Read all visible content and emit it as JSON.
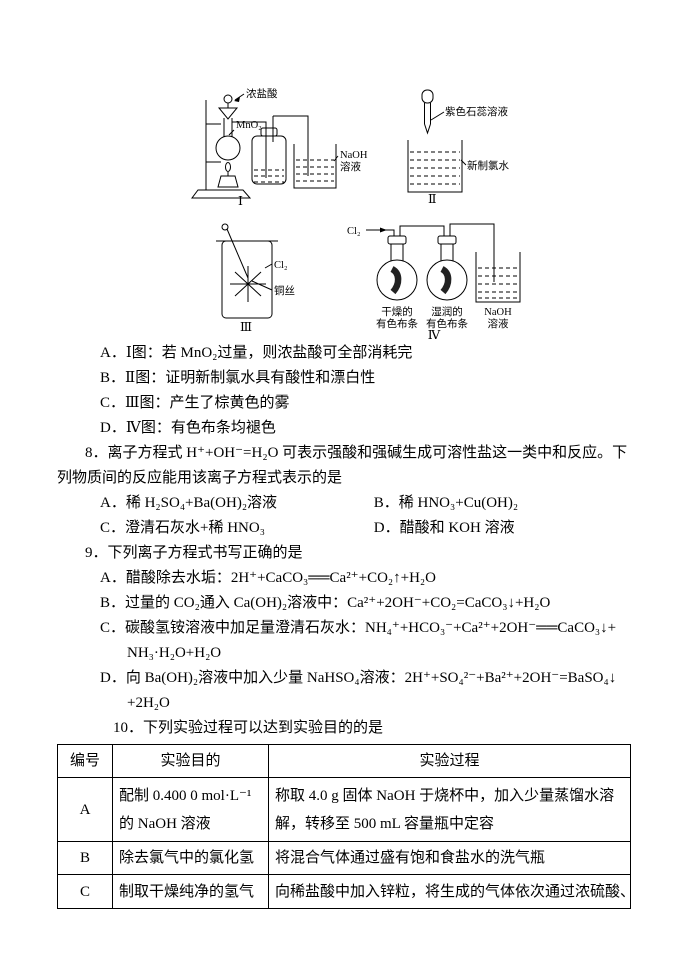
{
  "figures": {
    "fig1": {
      "numeral": "Ⅰ",
      "hcl": "浓盐酸",
      "mno2": "MnO₂",
      "naoh_line1": "NaOH",
      "naoh_line2": "溶液"
    },
    "fig2": {
      "numeral": "Ⅱ",
      "litmus": "紫色石蕊溶液",
      "chlorine_water": "新制氯水"
    },
    "fig3": {
      "numeral": "Ⅲ",
      "cl2": "Cl₂",
      "copper": "铜丝"
    },
    "fig4": {
      "numeral": "Ⅳ",
      "cl2": "Cl₂",
      "dry1": "干燥的",
      "dry2": "有色布条",
      "wet1": "湿润的",
      "wet2": "有色布条",
      "naoh1": "NaOH",
      "naoh2": "溶液"
    }
  },
  "q7": {
    "option_a": "A．Ⅰ图：若 MnO₂过量，则浓盐酸可全部消耗完",
    "option_b": "B．Ⅱ图：证明新制氯水具有酸性和漂白性",
    "option_c": "C．Ⅲ图：产生了棕黄色的雾",
    "option_d": "D．Ⅳ图：有色布条均褪色"
  },
  "q8": {
    "stem_line1": "8．离子方程式 H⁺+OH⁻=H₂O 可表示强酸和强碱生成可溶性盐这一类中和反应。下",
    "stem_line2": "列物质间的反应能用该离子方程式表示的是",
    "option_a": "A．稀 H₂SO₄+Ba(OH)₂溶液",
    "option_b": "B．稀 HNO₃+Cu(OH)₂",
    "option_c": "C．澄清石灰水+稀 HNO₃",
    "option_d": "D．醋酸和 KOH 溶液"
  },
  "q9": {
    "stem": "9．下列离子方程式书写正确的是",
    "option_a": "A．醋酸除去水垢：2H⁺+CaCO₃══Ca²⁺+CO₂↑+H₂O",
    "option_b": "B．过量的 CO₂通入 Ca(OH)₂溶液中：Ca²⁺+2OH⁻+CO₂=CaCO₃↓+H₂O",
    "option_c_line1": "C．碳酸氢铵溶液中加足量澄清石灰水：NH₄⁺+HCO₃⁻+Ca²⁺+2OH⁻══CaCO₃↓+",
    "option_c_line2": "NH₃·H₂O+H₂O",
    "option_d_line1": "D．向 Ba(OH)₂溶液中加入少量 NaHSO₄溶液：2H⁺+SO₄²⁻+Ba²⁺+2OH⁻=BaSO₄↓",
    "option_d_line2": "+2H₂O"
  },
  "q10": {
    "stem": "10．下列实验过程可以达到实验目的的是",
    "table": {
      "headers": [
        "编号",
        "实验目的",
        "实验过程"
      ],
      "rows": [
        {
          "id": "A",
          "purpose": "配制 0.400 0 mol·L⁻¹的 NaOH 溶液",
          "process": "称取 4.0 g 固体 NaOH 于烧杯中，加入少量蒸馏水溶解，转移至 500 mL 容量瓶中定容"
        },
        {
          "id": "B",
          "purpose": "除去氯气中的氯化氢",
          "process": "将混合气体通过盛有饱和食盐水的洗气瓶"
        },
        {
          "id": "C",
          "purpose": "制取干燥纯净的氢气",
          "process": "向稀盐酸中加入锌粒，将生成的气体依次通过浓硫酸、"
        }
      ]
    }
  }
}
